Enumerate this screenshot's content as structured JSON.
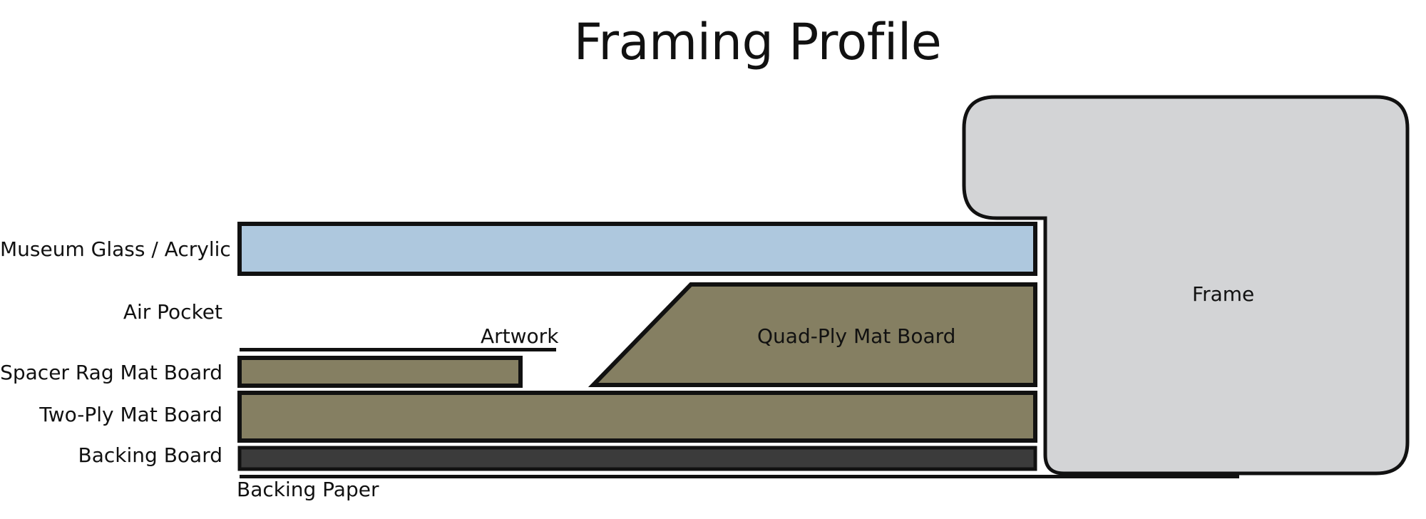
{
  "diagram": {
    "title": "Framing Profile",
    "labels": {
      "museum_glass": "Museum Glass / Acrylic",
      "air_pocket": "Air Pocket",
      "spacer_rag_mat_board": "Spacer Rag Mat Board",
      "two_ply_mat_board": "Two-Ply Mat Board",
      "backing_board": "Backing Board",
      "backing_paper": "Backing Paper",
      "artwork": "Artwork",
      "quad_ply_mat_board": "Quad-Ply Mat Board",
      "frame": "Frame"
    }
  },
  "colors": {
    "glass": "#aec8de",
    "mat_board": "#857f62",
    "backing_board": "#3b3b3b",
    "frame": "#d3d4d6",
    "outline": "#111111"
  }
}
